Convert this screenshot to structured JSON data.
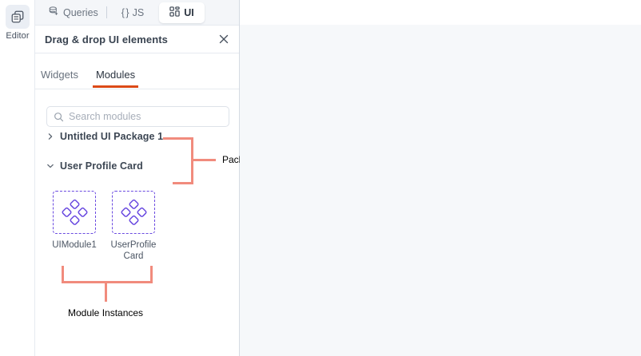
{
  "colors": {
    "accent_orange": "#dc4a17",
    "annotation_coral": "#f18b7d",
    "module_purple": "#6a4ae0",
    "canvas_bg": "#f6f8fa",
    "panel_border": "#d5dbe3"
  },
  "left_rail": {
    "items": [
      {
        "label": "Editor",
        "icon": "documents-stack-icon",
        "active": true
      }
    ]
  },
  "tabstrip": {
    "items": [
      {
        "label": "Queries",
        "icon": "database-icon",
        "active": false
      },
      {
        "label": "JS",
        "icon": "braces-icon",
        "active": false
      },
      {
        "label": "UI",
        "icon": "layout-grid-icon",
        "active": true
      }
    ]
  },
  "panel": {
    "title": "Drag & drop UI elements",
    "close_icon": "close-icon",
    "tabs": [
      {
        "label": "Widgets",
        "active": false
      },
      {
        "label": "Modules",
        "active": true
      }
    ],
    "search": {
      "placeholder": "Search modules",
      "value": "",
      "icon": "search-icon"
    },
    "tree": [
      {
        "label": "Untitled UI Package 1",
        "expanded": false,
        "chevron": "chevron-right-icon"
      },
      {
        "label": "User Profile Card",
        "expanded": true,
        "chevron": "chevron-down-icon"
      }
    ],
    "modules": [
      {
        "name": "UIModule1",
        "icon": "four-diamonds-icon"
      },
      {
        "name": "UserProfileCard",
        "icon": "four-diamonds-icon"
      }
    ]
  },
  "annotations": [
    {
      "label": "Package",
      "target": "package-tree-group"
    },
    {
      "label": "Module Instances",
      "target": "module-cards-group"
    }
  ]
}
